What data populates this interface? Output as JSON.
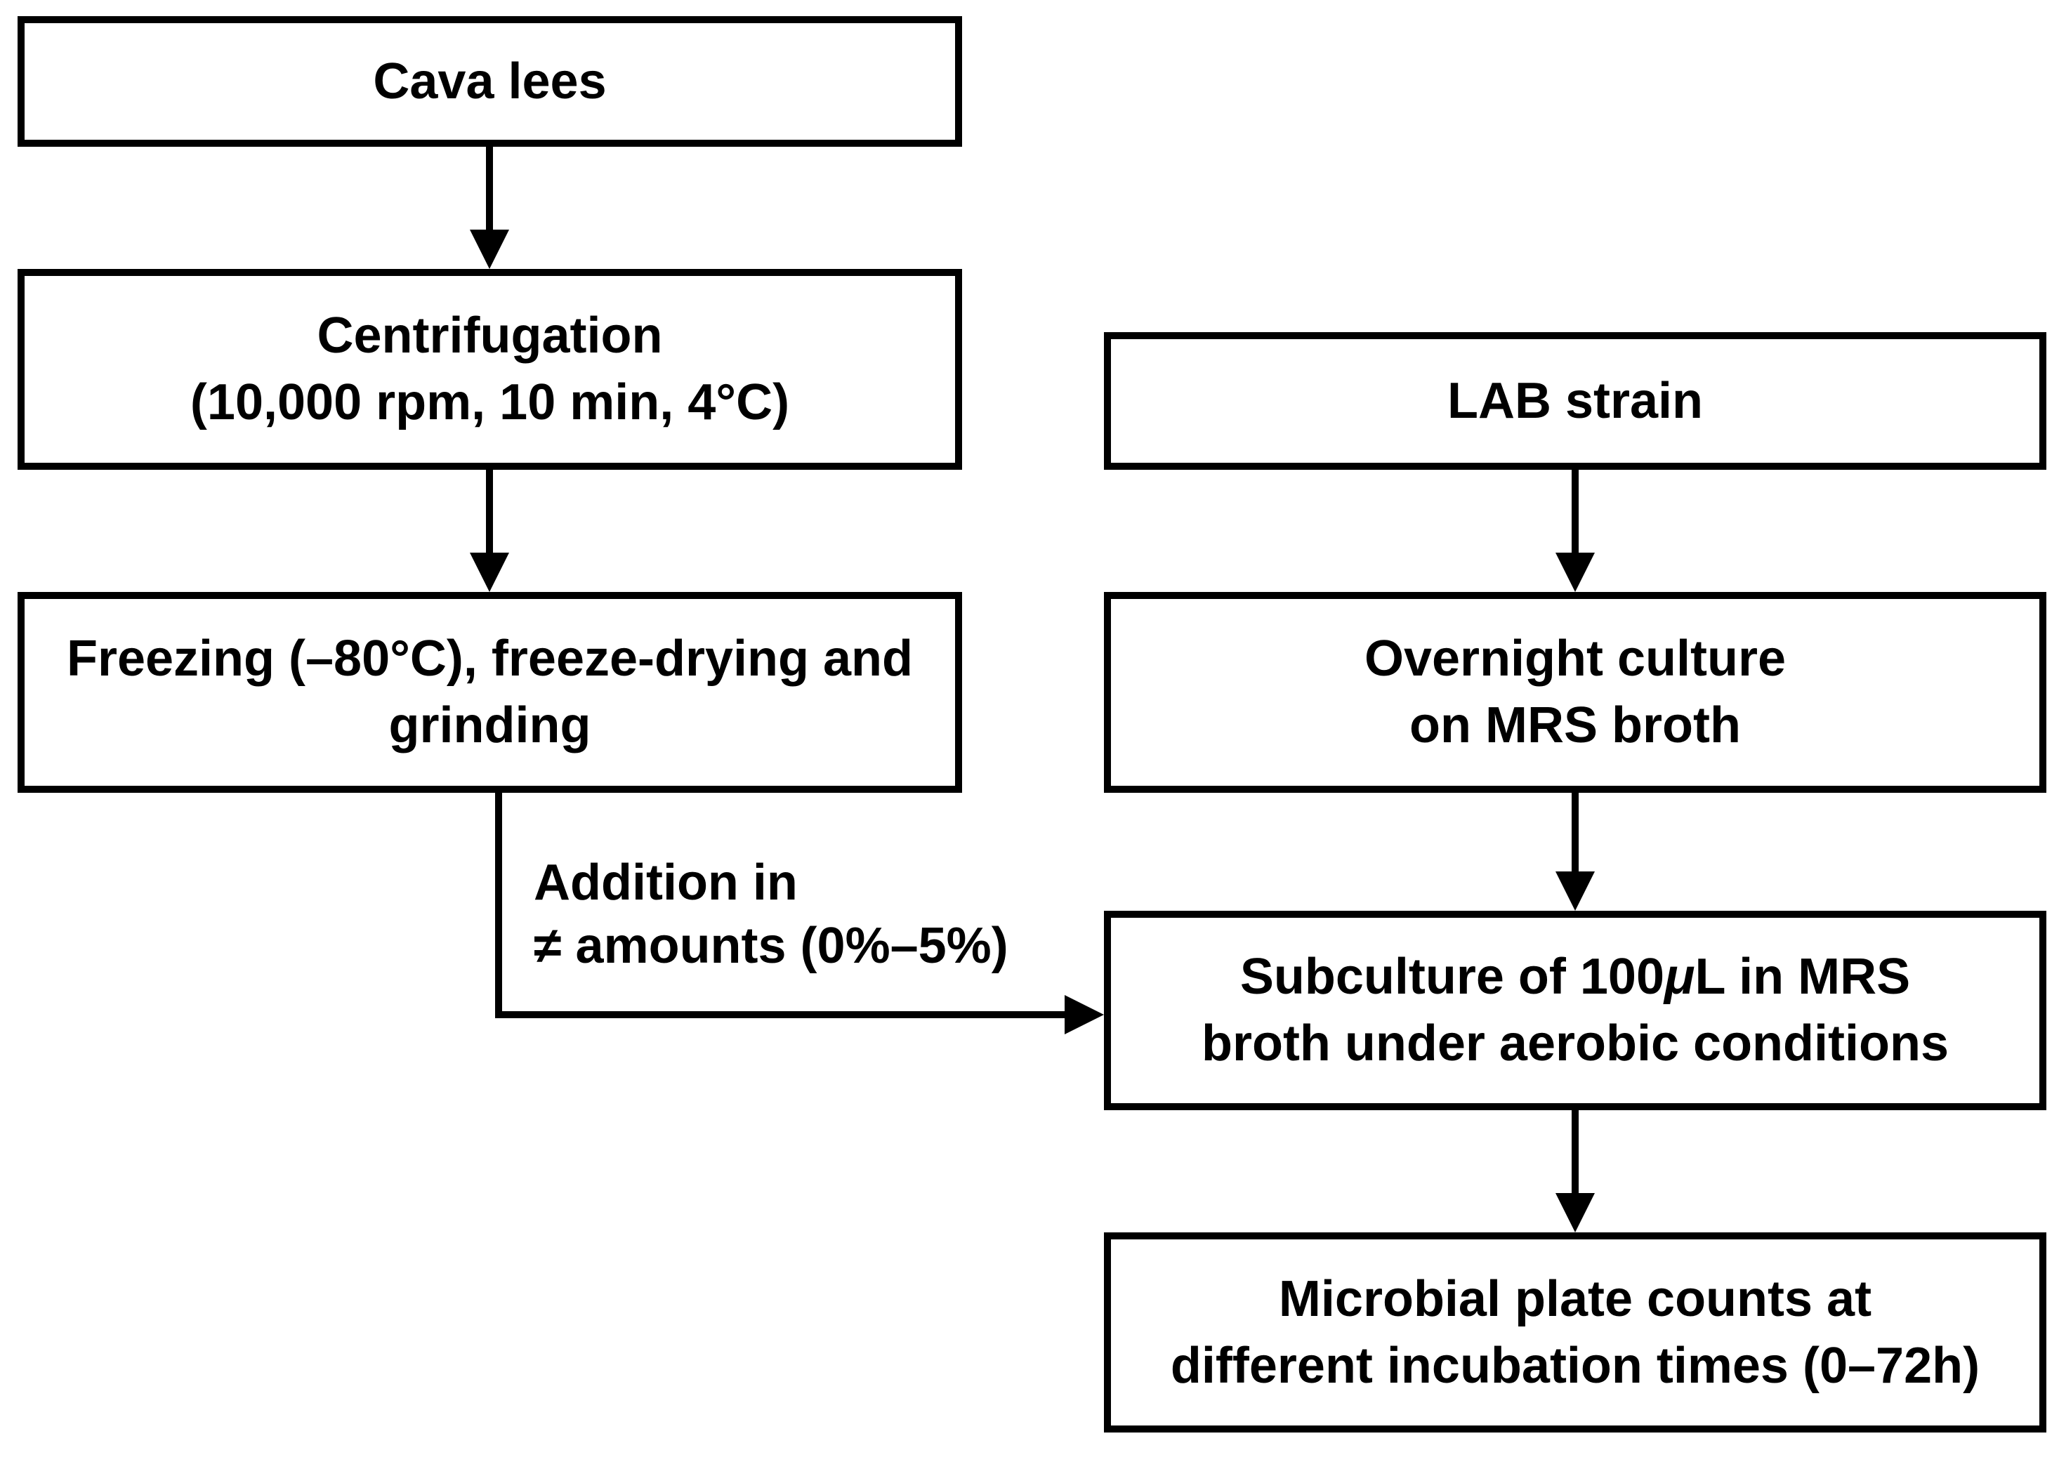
{
  "figure": {
    "type": "flowchart",
    "background_color": "#ffffff",
    "stroke_color": "#000000",
    "nodes": {
      "cava_lees": {
        "lines": [
          "Cava lees"
        ]
      },
      "centrifugation": {
        "lines": [
          "Centrifugation",
          "(10,000 rpm, 10 min, 4°C)"
        ]
      },
      "freezing": {
        "lines": [
          "Freezing (–80°C), freeze-drying and",
          "grinding"
        ]
      },
      "lab_strain": {
        "lines": [
          "LAB strain"
        ]
      },
      "overnight_culture": {
        "lines": [
          "Overnight culture",
          "on MRS broth"
        ]
      },
      "subculture": {
        "line1_pre": "Subculture of 100",
        "line1_mu": "μ",
        "line1_post": "L in MRS",
        "line2": "broth under aerobic conditions"
      },
      "plate_counts": {
        "lines": [
          "Microbial plate counts at",
          "different incubation times (0–72h)"
        ]
      }
    },
    "edge_label": {
      "lines": [
        "Addition in",
        "≠ amounts (0%–5%)"
      ]
    },
    "edges": [
      {
        "from": "cava_lees",
        "to": "centrifugation"
      },
      {
        "from": "centrifugation",
        "to": "freezing"
      },
      {
        "from": "freezing",
        "to": "subculture",
        "label": "Addition in ≠ amounts (0%–5%)"
      },
      {
        "from": "lab_strain",
        "to": "overnight_culture"
      },
      {
        "from": "overnight_culture",
        "to": "subculture"
      },
      {
        "from": "subculture",
        "to": "plate_counts"
      }
    ]
  }
}
